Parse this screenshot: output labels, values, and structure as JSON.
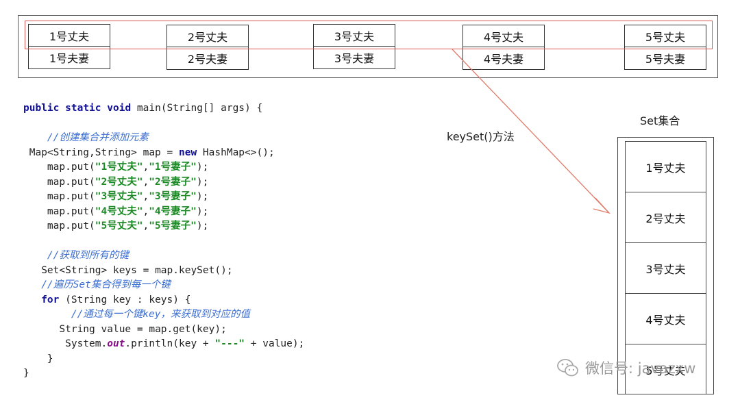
{
  "pairs": [
    {
      "husband": "1号丈夫",
      "wife": "1号夫妻"
    },
    {
      "husband": "2号丈夫",
      "wife": "2号夫妻"
    },
    {
      "husband": "3号丈夫",
      "wife": "3号夫妻"
    },
    {
      "husband": "4号丈夫",
      "wife": "4号夫妻"
    },
    {
      "husband": "5号丈夫",
      "wife": "5号夫妻"
    }
  ],
  "arrow_label": "keySet()方法",
  "set_title": "Set集合",
  "set_items": [
    "1号丈夫",
    "2号丈夫",
    "3号丈夫",
    "4号丈夫",
    "5号丈夫"
  ],
  "code": {
    "main_sig": [
      "public",
      " ",
      "static",
      " ",
      "void",
      " main(String[] args) {"
    ],
    "comment1": "//创建集合并添加元素",
    "map_decl_a": "Map<String,String> map = ",
    "map_decl_kw": "new",
    "map_decl_b": " HashMap<>();",
    "puts": [
      {
        "key": "\"1号丈夫\"",
        "value": "\"1号妻子\""
      },
      {
        "key": "\"2号丈夫\"",
        "value": "\"2号妻子\""
      },
      {
        "key": "\"3号丈夫\"",
        "value": "\"3号妻子\""
      },
      {
        "key": "\"4号丈夫\"",
        "value": "\"4号妻子\""
      },
      {
        "key": "\"5号丈夫\"",
        "value": "\"5号妻子\""
      }
    ],
    "put_prefix": "map.put(",
    "put_sep": ",",
    "put_suffix": ");",
    "comment2": "//获取到所有的键",
    "keys_line": "Set<String> keys = map.keySet();",
    "comment3": "//遍历Set集合得到每一个键",
    "for_kw": "for",
    "for_rest": " (String key : keys) {",
    "comment4": "//通过每一个键key，来获取到对应的值",
    "get_line": "String value = map.get(key);",
    "print_a": "System.",
    "print_field": "out",
    "print_b": ".println(key + ",
    "print_str": "\"---\"",
    "print_c": " + value);",
    "close_inner": "}",
    "close_outer": "}"
  },
  "watermark": "微信号: javazxw",
  "colors": {
    "highlight": "#d9534f",
    "arrow": "#e07a6a"
  }
}
